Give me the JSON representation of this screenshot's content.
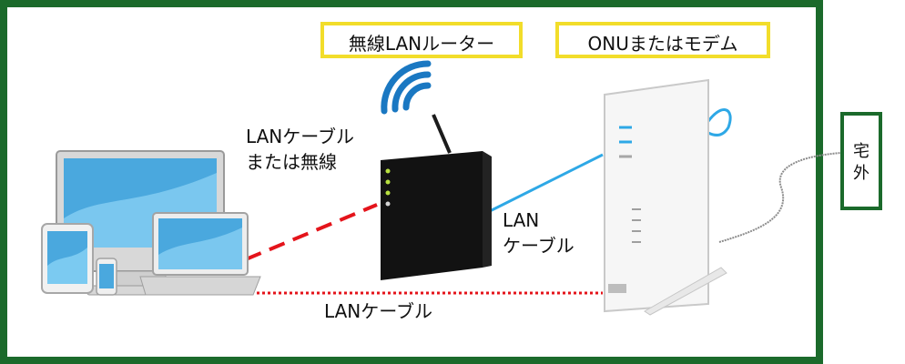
{
  "labels": {
    "router": "無線LANルーター",
    "onu": "ONUまたはモデム",
    "lan_or_wireless_line1": "LANケーブル",
    "lan_or_wireless_line2": "または無線",
    "lan_cable_mid_line1": "LAN",
    "lan_cable_mid_line2": "ケーブル",
    "lan_cable_bottom": "LANケーブル",
    "outside_line1": "宅",
    "outside_line2": "外"
  },
  "colors": {
    "frame": "#1b6a2b",
    "label_border": "#f2dd2a",
    "wireless_link": "#e4141b",
    "wired_link": "#e4141b",
    "router_to_onu": "#2ea8e6",
    "wifi_icon": "#1a78c2"
  },
  "icons": {
    "devices": "computer-devices-illustration",
    "router": "router-illustration",
    "onu": "onu-modem-illustration",
    "wifi": "wifi-signal-icon"
  }
}
